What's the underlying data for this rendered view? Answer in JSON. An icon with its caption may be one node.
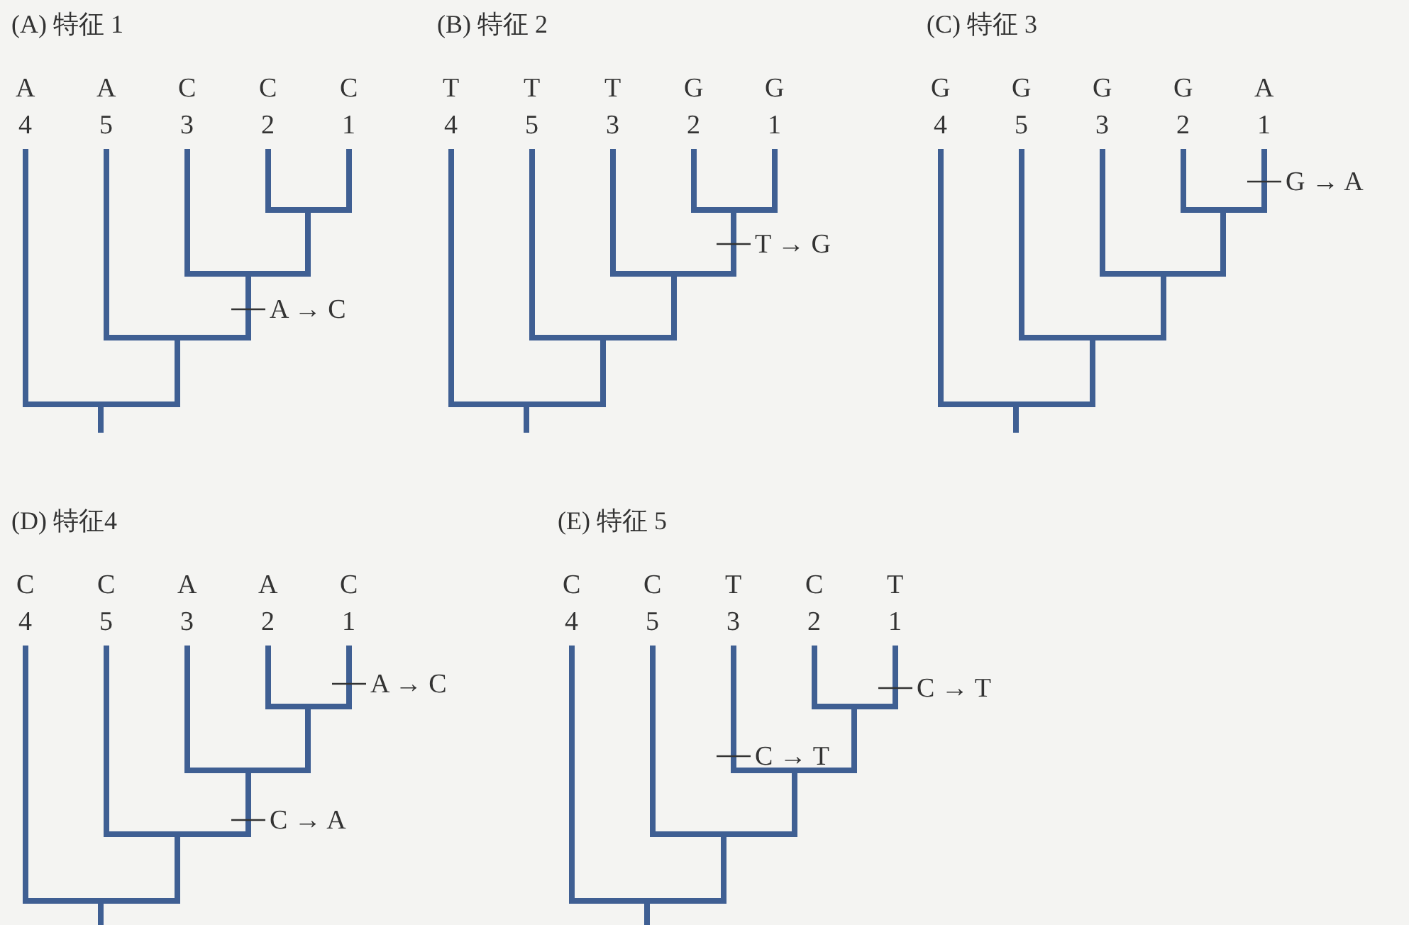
{
  "diagram": {
    "labels": [
      "(A) 特征 1",
      "A",
      "A",
      "C",
      "C",
      "C",
      "4",
      "5",
      "3",
      "2",
      "1",
      "A → C",
      "(B) 特征 2",
      "T",
      "T",
      "T",
      "G",
      "G",
      "4",
      "5",
      "3",
      "2",
      "1",
      "T → G",
      "(C) 特征 3",
      "G",
      "G",
      "G",
      "G",
      "A",
      "4",
      "5",
      "3",
      "2",
      "1",
      "G → A",
      "(D) 特征4",
      "C",
      "C",
      "A",
      "A",
      "C",
      "4",
      "5",
      "3",
      "2",
      "1",
      "A → C",
      "C → A",
      "(E) 特征 5",
      "C",
      "C",
      "T",
      "C",
      "T",
      "4",
      "5",
      "3",
      "2",
      "1",
      "C → T",
      "C → T"
    ]
  }
}
